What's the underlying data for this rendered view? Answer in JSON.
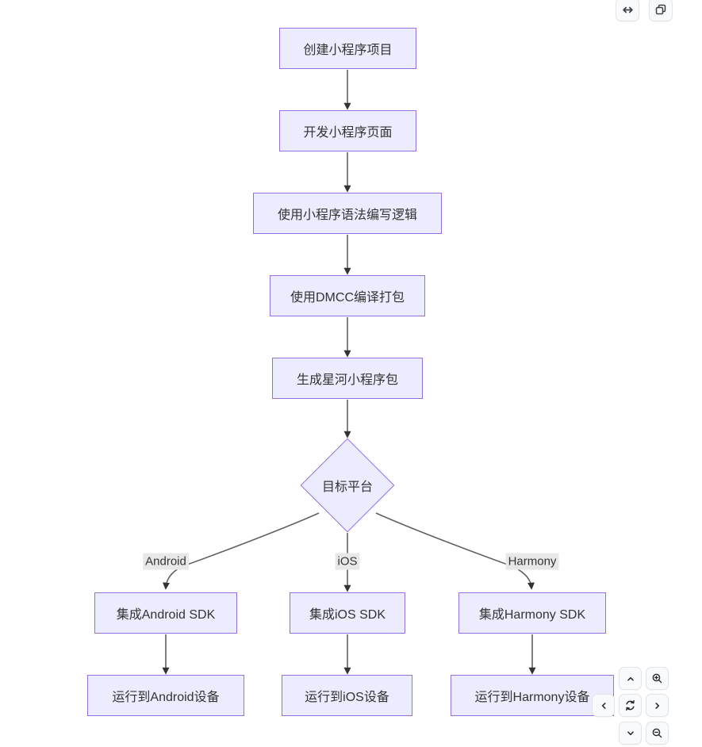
{
  "diagram": {
    "nodes": [
      {
        "id": "create",
        "label": "创建小程序项目"
      },
      {
        "id": "develop",
        "label": "开发小程序页面"
      },
      {
        "id": "logic",
        "label": "使用小程序语法编写逻辑"
      },
      {
        "id": "compile",
        "label": "使用DMCC编译打包"
      },
      {
        "id": "package",
        "label": "生成星河小程序包"
      },
      {
        "id": "platform",
        "label": "目标平台",
        "shape": "diamond"
      },
      {
        "id": "sdk_android",
        "label": "集成Android SDK"
      },
      {
        "id": "sdk_ios",
        "label": "集成iOS SDK"
      },
      {
        "id": "sdk_harmony",
        "label": "集成Harmony SDK"
      },
      {
        "id": "run_android",
        "label": "运行到Android设备"
      },
      {
        "id": "run_ios",
        "label": "运行到iOS设备"
      },
      {
        "id": "run_harmony",
        "label": "运行到Harmony设备"
      }
    ],
    "edge_labels": [
      {
        "label": "Android"
      },
      {
        "label": "iOS"
      },
      {
        "label": "Harmony"
      }
    ],
    "colors": {
      "node_fill": "#ECECFF",
      "node_border": "#9370DB",
      "edge_stroke": "#616161",
      "arrowhead": "#333333",
      "edge_label_bg": "#e8e8e8",
      "text": "#333333"
    }
  },
  "toolbar": {
    "buttons": [
      {
        "icon": "expand-horizontal-icon"
      },
      {
        "icon": "copy-icon"
      }
    ]
  },
  "pan_zoom_controls": {
    "buttons": [
      {
        "icon": "chevron-up-icon"
      },
      {
        "icon": "zoom-in-icon"
      },
      {
        "icon": "chevron-left-icon"
      },
      {
        "icon": "reset-view-icon"
      },
      {
        "icon": "chevron-right-icon"
      },
      {
        "icon": "chevron-down-icon"
      },
      {
        "icon": "zoom-out-icon"
      }
    ]
  }
}
